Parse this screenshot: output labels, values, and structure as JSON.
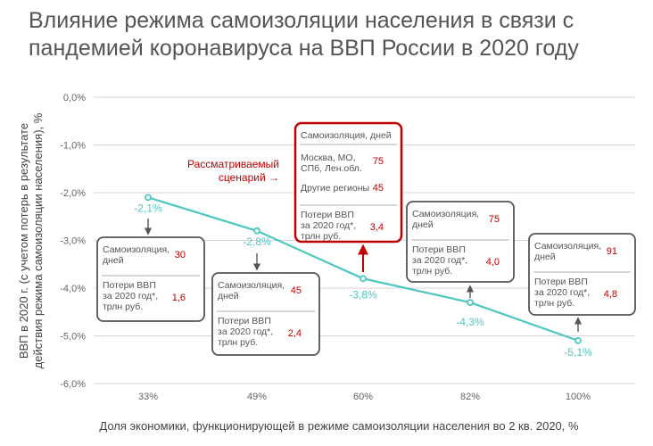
{
  "title": "Влияние режима самоизоляции населения в связи с пандемией коронавируса на ВВП России в 2020 году",
  "chart_data": {
    "type": "line",
    "title": "Влияние режима самоизоляции населения в связи с пандемией коронавируса на ВВП России в 2020 году",
    "xlabel": "Доля экономики, функционирующей в режиме самоизоляции населения во 2 кв. 2020, %",
    "ylabel_lines": [
      "ВВП в 2020 г. (с учетом потерь в результате",
      "действия режима самоизоляции населения), %"
    ],
    "categories": [
      "33%",
      "49%",
      "60%",
      "82%",
      "100%"
    ],
    "values": [
      -2.1,
      -2.8,
      -3.8,
      -4.3,
      -5.1
    ],
    "value_labels": [
      "-2,1%",
      "-2,8%",
      "-3,8%",
      "-4,3%",
      "-5,1%"
    ],
    "ylim": [
      -6.0,
      0.0
    ],
    "yticks": [
      0,
      -1,
      -2,
      -3,
      -4,
      -5,
      -6
    ],
    "ytick_labels": [
      "0,0%",
      "-1,0%",
      "-2,0%",
      "-3,0%",
      "-4,0%",
      "-5,0%",
      "-6,0%"
    ],
    "grid": true,
    "line_color": "#4cc7c0",
    "accent_color": "#c00000",
    "scenario_label": [
      "Рассматриваемый",
      "сценарий →"
    ],
    "annotations": [
      {
        "point": 0,
        "isolation_label": [
          "Самоизоляция,",
          "дней"
        ],
        "isolation_days": "30",
        "loss_label": [
          "Потери ВВП",
          "за 2020 год*,",
          "трлн руб."
        ],
        "loss": "1,6"
      },
      {
        "point": 1,
        "isolation_label": [
          "Самоизоляция,",
          "дней"
        ],
        "isolation_days": "45",
        "loss_label": [
          "Потери ВВП",
          "за 2020 год*,",
          "трлн руб."
        ],
        "loss": "2,4"
      },
      {
        "point": 2,
        "highlighted": true,
        "isolation_label": [
          "Самоизоляция, дней"
        ],
        "regions": [
          {
            "label": [
              "Москва, МО,",
              "СПб, Лен.обл."
            ],
            "days": "75"
          },
          {
            "label": [
              "Другие регионы"
            ],
            "days": "45"
          }
        ],
        "loss_label": [
          "Потери ВВП",
          "за 2020 год*,",
          "трлн руб."
        ],
        "loss": "3,4"
      },
      {
        "point": 3,
        "isolation_label": [
          "Самоизоляция,",
          "дней"
        ],
        "isolation_days": "75",
        "loss_label": [
          "Потери ВВП",
          "за 2020 год*,",
          "трлн руб."
        ],
        "loss": "4,0"
      },
      {
        "point": 4,
        "isolation_label": [
          "Самоизоляция,",
          "дней"
        ],
        "isolation_days": "91",
        "loss_label": [
          "Потери ВВП",
          "за 2020 год*,",
          "трлн руб."
        ],
        "loss": "4,8"
      }
    ]
  }
}
